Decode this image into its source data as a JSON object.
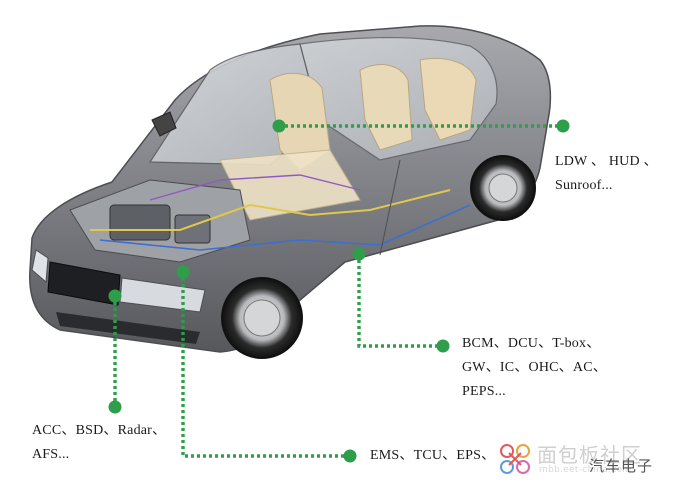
{
  "callouts": {
    "roof": {
      "lines": [
        "LDW 、 HUD 、",
        "Sunroof..."
      ]
    },
    "cabin": {
      "lines": [
        "BCM、DCU、T-box、",
        "GW、IC、OHC、AC、",
        "PEPS..."
      ]
    },
    "front": {
      "lines": [
        "ACC、BSD、Radar、",
        "AFS..."
      ]
    },
    "engine": {
      "lines": [
        "EMS、TCU、EPS、",
        ""
      ]
    }
  },
  "watermark": {
    "name": "面包板社区",
    "url": "mbb.eet-china.com",
    "overlay": "汽车电子"
  },
  "colors": {
    "connector": "#2e9e4a",
    "body": "#7d7f84",
    "interior": "#e6d6b4"
  }
}
